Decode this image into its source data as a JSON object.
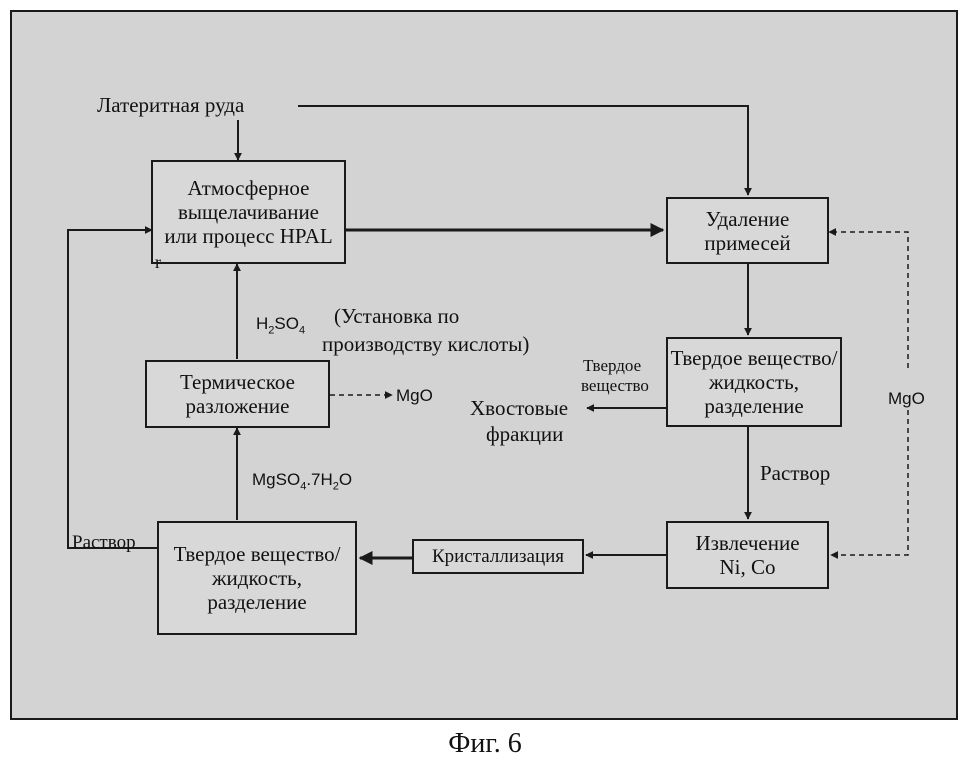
{
  "nodes": {
    "leaching": {
      "lines": [
        "Атмосферное",
        "выщелачивание",
        "или процесс HPAL"
      ]
    },
    "impurity": {
      "lines": [
        "Удаление",
        "примесей"
      ]
    },
    "separation1": {
      "lines": [
        "Твердое вещество/",
        "жидкость,",
        "разделение"
      ]
    },
    "extraction": {
      "lines": [
        "Извлечение",
        "Ni, Co"
      ]
    },
    "crystallization": {
      "lines": [
        "Кристаллизация"
      ]
    },
    "separation2": {
      "lines": [
        "Твердое вещество/",
        "жидкость,",
        "разделение"
      ]
    },
    "thermal": {
      "lines": [
        "Термическое",
        "разложение"
      ]
    }
  },
  "labels": {
    "ore": "Латеритная руда",
    "ore_mark": "r",
    "h2so4": "H2SO4",
    "acid_plant_line1": "(Установка по",
    "acid_plant_line2": "производству кислоты)",
    "mgo_thermal": "MgO",
    "mgso4": "MgSO4.7H2O",
    "solid_line1": "Твердое",
    "solid_line2": "вещество",
    "tailings_line1": "Хвостовые",
    "tailings_line2": "фракции",
    "solution_mid": "Раствор",
    "mgo_recycle": "MgO",
    "solution_left": "Раствор"
  },
  "caption": "Фиг. 6"
}
